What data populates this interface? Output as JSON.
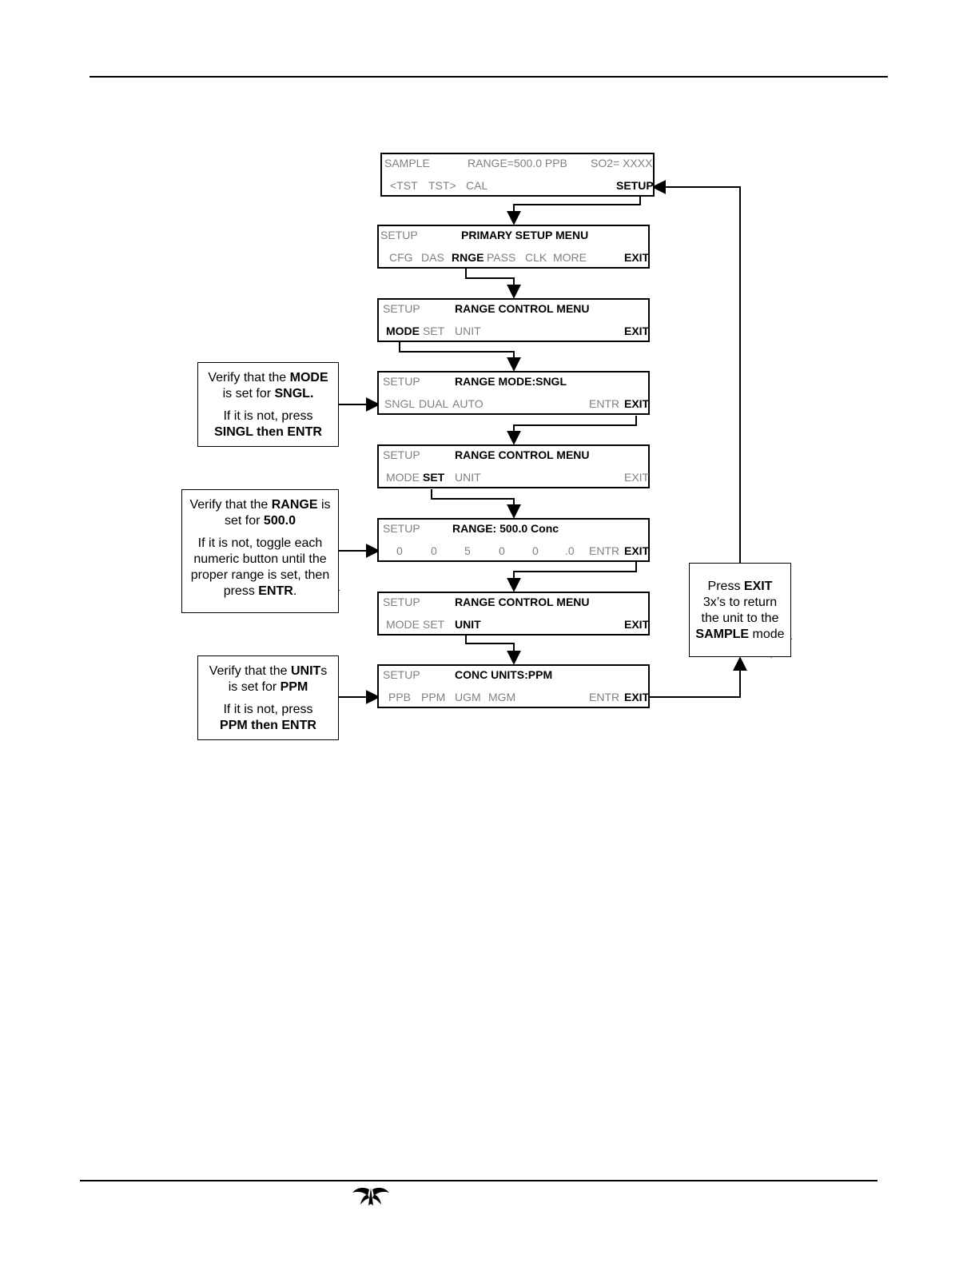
{
  "screens": {
    "s1": {
      "top_left": "SAMPLE",
      "top_mid": "RANGE=500.0 PPB",
      "top_right": "SO2= XXXX",
      "btn1": "<TST",
      "btn2": "TST>",
      "btn3": "CAL",
      "btn_right": "SETUP"
    },
    "s2": {
      "top_left": "SETUP",
      "title": "PRIMARY SETUP MENU",
      "btn1": "CFG",
      "btn2": "DAS",
      "btn3": "RNGE",
      "btn4": "PASS",
      "btn5": "CLK",
      "btn6": "MORE",
      "btn_right": "EXIT"
    },
    "s3": {
      "top_left": "SETUP",
      "title": "RANGE CONTROL MENU",
      "btn1": "MODE",
      "btn2": "SET",
      "btn3": "UNIT",
      "btn_right": "EXIT"
    },
    "s4": {
      "top_left": "SETUP",
      "title": "RANGE MODE:SNGL",
      "btn1": "SNGL",
      "btn2": "DUAL",
      "btn3": "AUTO",
      "btn_entr": "ENTR",
      "btn_right": "EXIT"
    },
    "s5": {
      "top_left": "SETUP",
      "title": "RANGE CONTROL MENU",
      "btn1": "MODE",
      "btn2": "SET",
      "btn3": "UNIT",
      "btn_right": "EXIT"
    },
    "s6": {
      "top_left": "SETUP",
      "title": "RANGE: 500.0 Conc",
      "d1": "0",
      "d2": "0",
      "d3": "5",
      "d4": "0",
      "d5": "0",
      "d6": ".0",
      "btn_entr": "ENTR",
      "btn_right": "EXIT"
    },
    "s7": {
      "top_left": "SETUP",
      "title": "RANGE CONTROL MENU",
      "btn1": "MODE",
      "btn2": "SET",
      "btn3": "UNIT",
      "btn_right": "EXIT"
    },
    "s8": {
      "top_left": "SETUP",
      "title": "CONC UNITS:PPM",
      "btn1": "PPB",
      "btn2": "PPM",
      "btn3": "UGM",
      "btn4": "MGM",
      "btn_entr": "ENTR",
      "btn_right": "EXIT"
    }
  },
  "notes": {
    "mode": {
      "l1a": "Verify that the ",
      "l1b": "MODE",
      "l2a": "is set for ",
      "l2b": "SNGL.",
      "l3": "If it is not, press",
      "l4": "SINGL then ENTR"
    },
    "range": {
      "l1a": "Verify that the ",
      "l1b": "RANGE",
      "l1c": " is",
      "l2a": "set for ",
      "l2b": "500.0",
      "l3": "If it is not, toggle each",
      "l4": "numeric button until the",
      "l5": "proper range is set, then",
      "l6a": "press ",
      "l6b": "ENTR",
      "l6c": "."
    },
    "units": {
      "l1a": "Verify that the ",
      "l1b": "UNIT",
      "l1c": "s",
      "l2a": "is set for ",
      "l2b": "PPM",
      "l3": "If it is not, press",
      "l4": "PPM then ENTR"
    },
    "exit": {
      "l1a": "Press ",
      "l1b": "EXIT",
      "l2": "3x’s to return",
      "l3": "the unit to the",
      "l4a": "SAMPLE",
      "l4b": " mode"
    }
  },
  "logo_icon": "company-logo-icon"
}
